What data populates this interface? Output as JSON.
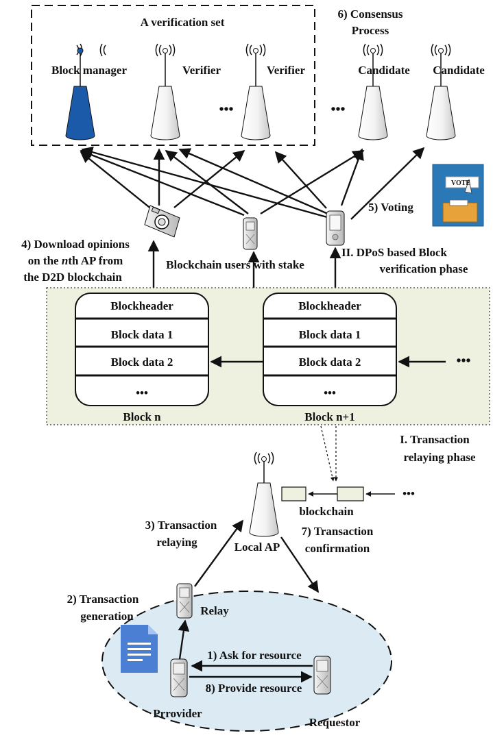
{
  "verification_set": {
    "title": "A verification set",
    "block_manager": "Block manager",
    "verifier_1": "Verifier",
    "verifier_2": "Verifier",
    "candidate_1": "Candidate",
    "candidate_2": "Candidate"
  },
  "consensus": {
    "line1": "6) Consensus",
    "line2": "Process"
  },
  "ellipsis": "•••",
  "voting": {
    "label": "5) Voting",
    "badge": "VOTE"
  },
  "download": {
    "line1": "4) Download opinions",
    "line2_pre": "on the ",
    "line2_n": "n",
    "line2_post": "th AP from",
    "line3": "the D2D blockchain"
  },
  "users_label": "Blockchain users with stake",
  "dpos": {
    "line1": "II. DPoS based Block",
    "line2": "verification phase"
  },
  "block_n": {
    "header": "Blockheader",
    "data1": "Block data 1",
    "data2": "Block data 2",
    "caption": "Block n"
  },
  "block_n1": {
    "header": "Blockheader",
    "data1": "Block data 1",
    "data2": "Block data 2",
    "caption": "Block n+1"
  },
  "relaying_phase": {
    "line1": "I. Transaction",
    "line2": "relaying phase"
  },
  "blockchain_label": "blockchain",
  "local_ap": "Local AP",
  "tx_relaying": {
    "line1": "3) Transaction",
    "line2": "relaying"
  },
  "tx_confirmation": {
    "line1": "7) Transaction",
    "line2": "confirmation"
  },
  "tx_generation": {
    "line1": "2) Transaction",
    "line2": "generation"
  },
  "relay": "Relay",
  "ask": "1) Ask for resource",
  "provide": "8) Provide resource",
  "provider": "Prrovider",
  "requestor": "Requestor",
  "colors": {
    "block_manager": "#1a5aa8",
    "ledger_bg": "#eef0e0",
    "ellipse_bg": "#dcebf3",
    "doc_icon": "#4a7fd4",
    "vote_bg": "#2a78b6",
    "ballot_box": "#e8a23a"
  }
}
